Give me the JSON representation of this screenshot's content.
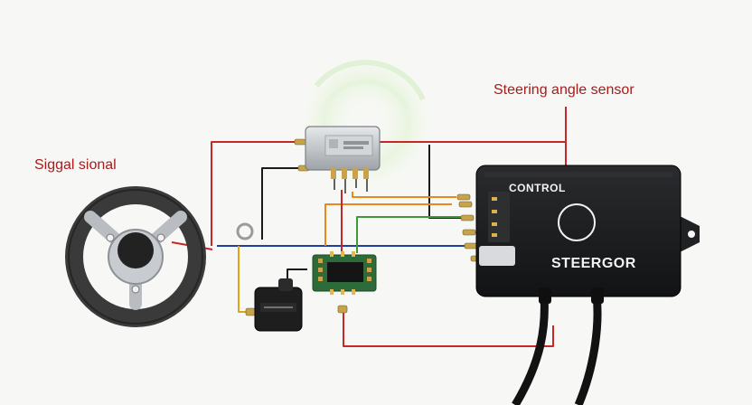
{
  "labels": {
    "signal": "Siggal sional",
    "angle_sensor": "Steering angle sensor"
  },
  "control_box": {
    "control_text": "CONTROL",
    "brand_text": "STEERGOR"
  },
  "colors": {
    "background": "#f7f7f5",
    "label": "#a51c1c",
    "wire_red": "#c62828",
    "wire_black": "#1a1a1a",
    "wire_blue": "#1f3f9a",
    "wire_orange": "#e8891a",
    "wire_green": "#3c9a3c",
    "wire_yellow": "#e2a21a",
    "box": "#1d1e20",
    "pcb": "#2d6b3a",
    "glow": "#d6efc2"
  },
  "icons": {
    "wheel": "steering-wheel-icon",
    "hub": "connector-hub-icon",
    "board": "circuit-board-icon",
    "sensor": "angle-sensor-icon",
    "ring": "ring-terminal-icon",
    "box": "control-box-icon"
  }
}
